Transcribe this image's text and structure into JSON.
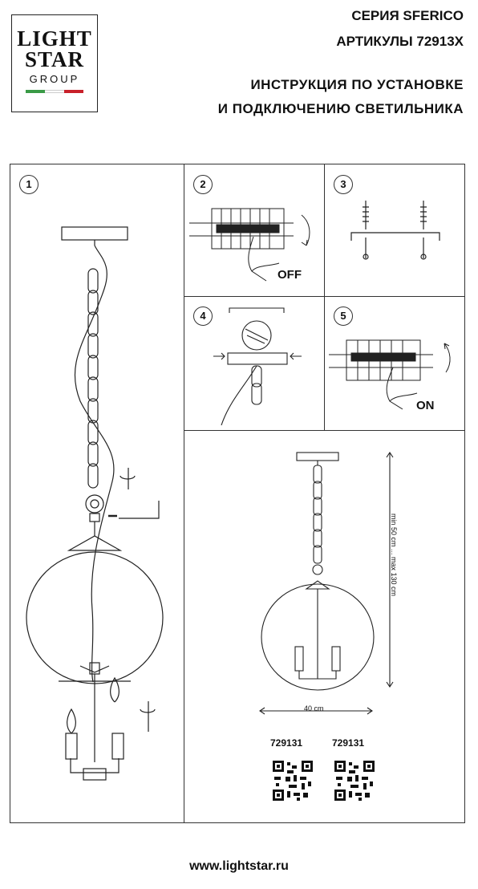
{
  "logo": {
    "line1": "LIGHT",
    "line2": "STAR",
    "line3": "GROUP",
    "flag_colors": [
      "#3a9a46",
      "#ffffff",
      "#c8202a"
    ]
  },
  "header": {
    "series": "СЕРИЯ SFERICO",
    "articles": "АРТИКУЛЫ 72913X",
    "title_line1": "ИНСТРУКЦИЯ ПО УСТАНОВКЕ",
    "title_line2": "И ПОДКЛЮЧЕНИЮ СВЕТИЛЬНИКА"
  },
  "steps": [
    {
      "number": "1"
    },
    {
      "number": "2"
    },
    {
      "number": "3"
    },
    {
      "number": "4"
    },
    {
      "number": "5"
    }
  ],
  "labels": {
    "off": "OFF",
    "on": "ON"
  },
  "dimensions": {
    "height": "min 50 cm ... max 130 cm",
    "width": "40 cm"
  },
  "qr_codes": [
    {
      "code": "729131"
    },
    {
      "code": "729131"
    }
  ],
  "footer": {
    "url": "www.lightstar.ru"
  },
  "icons": [
    "rotate-icon",
    "screw-icon",
    "breaker-icon",
    "hand-icon",
    "qr-code-icon"
  ]
}
